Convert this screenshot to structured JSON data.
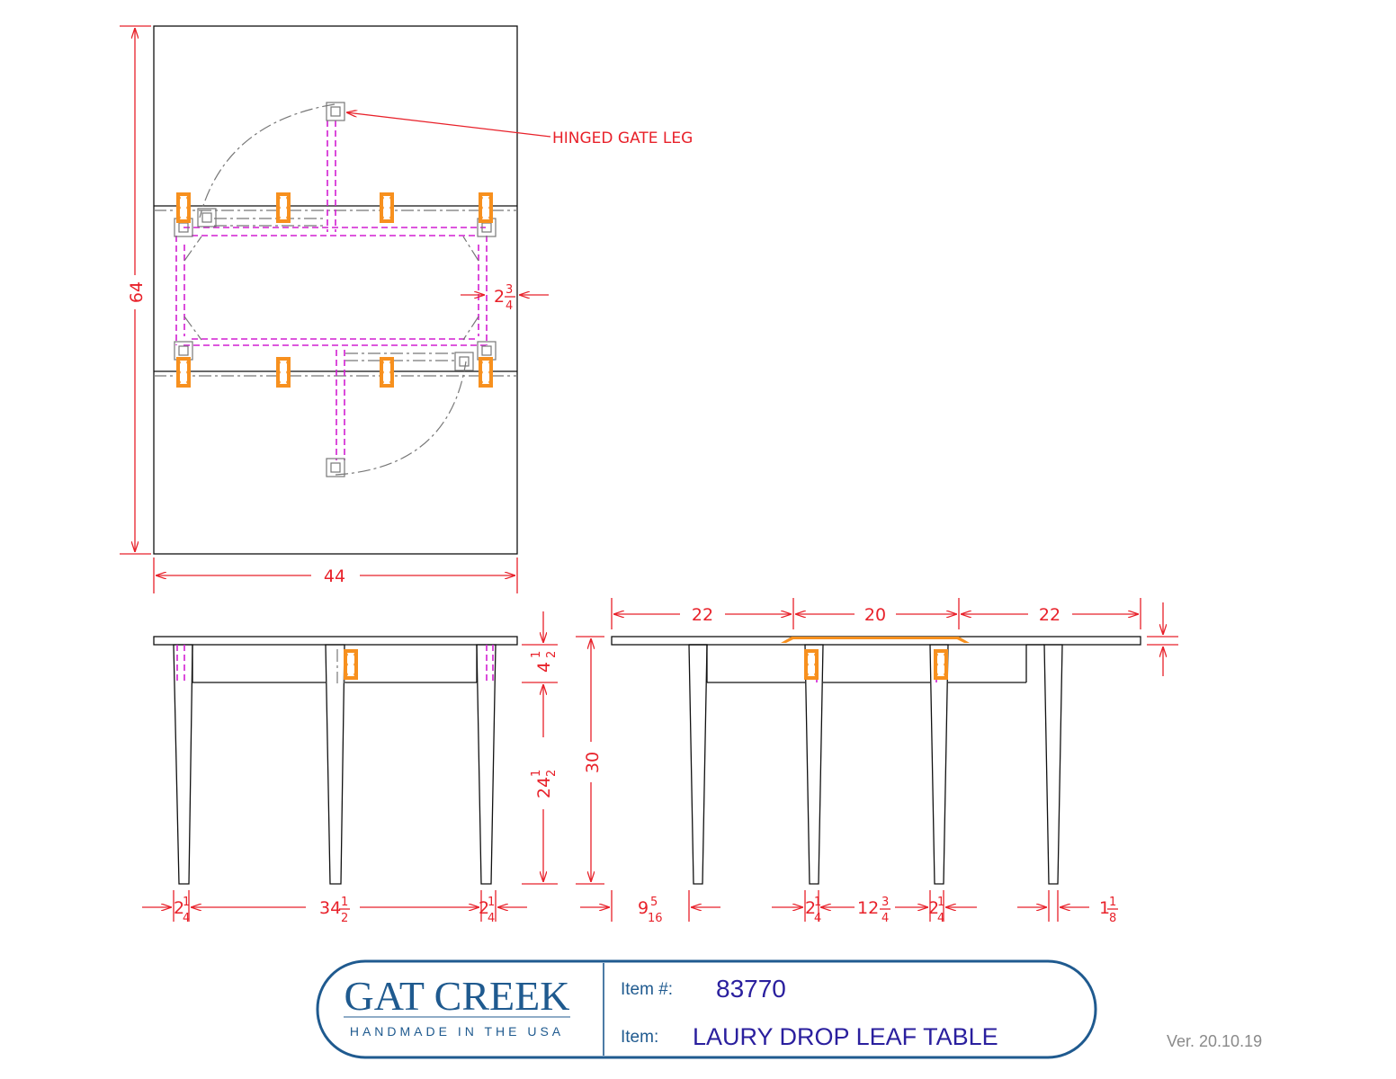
{
  "plan": {
    "dim_length": "64",
    "dim_width": "44",
    "dim_apron_inset": "2",
    "dim_apron_inset_num": "3",
    "dim_apron_inset_den": "4",
    "callout": "HINGED GATE LEG"
  },
  "end_view": {
    "dim_apron": "4",
    "dim_apron_num": "1",
    "dim_apron_den": "2",
    "dim_leg": "24",
    "dim_leg_num": "1",
    "dim_leg_den": "2",
    "dim_height": "30",
    "dim_leg_width_left": "2",
    "dim_leg_width_left_num": "1",
    "dim_leg_width_left_den": "4",
    "dim_leg_span": "34",
    "dim_leg_span_num": "1",
    "dim_leg_span_den": "2",
    "dim_leg_width_right": "2",
    "dim_leg_width_right_num": "1",
    "dim_leg_width_right_den": "4"
  },
  "side_view": {
    "dim_leaf_left": "22",
    "dim_center": "20",
    "dim_leaf_right": "22",
    "dim_overhang": "9",
    "dim_overhang_num": "5",
    "dim_overhang_den": "16",
    "dim_leg_a": "2",
    "dim_leg_a_num": "1",
    "dim_leg_a_den": "4",
    "dim_between": "12",
    "dim_between_num": "3",
    "dim_between_den": "4",
    "dim_leg_b": "2",
    "dim_leg_b_num": "1",
    "dim_leg_b_den": "4",
    "dim_foot": "1",
    "dim_foot_num": "1",
    "dim_foot_den": "8"
  },
  "title_block": {
    "brand": "GAT CREEK",
    "tagline": "HANDMADE IN THE USA",
    "item_number_label": "Item #:",
    "item_number": "83770",
    "item_label": "Item:",
    "item_name": "LAURY DROP LEAF TABLE"
  },
  "version": "Ver. 20.10.19",
  "colors": {
    "dimension": "#e8212a",
    "apron": "#d21fd2",
    "hardware": "#f7901e",
    "brand": "#1f5a8f"
  }
}
